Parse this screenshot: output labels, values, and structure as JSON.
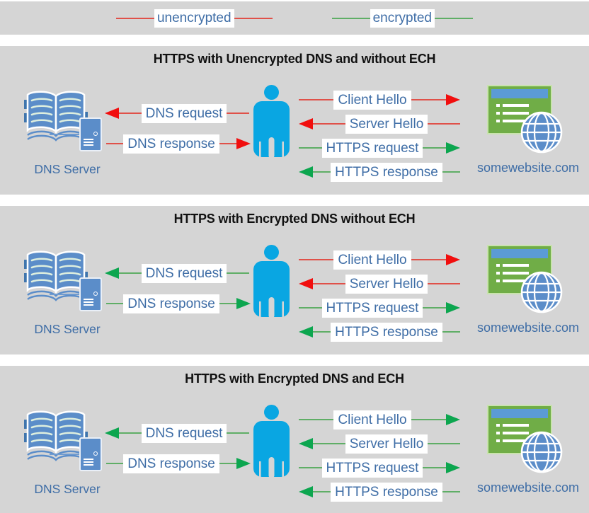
{
  "legend": {
    "items": [
      {
        "label": "unencrypted",
        "status": "unencrypted",
        "color": "#e05149"
      },
      {
        "label": "encrypted",
        "status": "encrypted",
        "color": "#5fae66"
      }
    ]
  },
  "colors": {
    "panel_background": "#d5d5d5",
    "unencrypted_line": "#e05149",
    "unencrypted_arrowhead": "#f10e0e",
    "encrypted_line": "#5fae66",
    "encrypted_arrowhead": "#0ca64f",
    "label_text": "#3e6da6",
    "title_text": "#111111",
    "icon_blue": "#5b8dc9",
    "person_blue": "#09a6e2",
    "website_green": "#70ad47",
    "titlebar_blue": "#5b9bd5"
  },
  "panels": [
    {
      "title": "HTTPS with Unencrypted DNS and without ECH",
      "dns_server_label": "DNS Server",
      "website_label": "somewebsite.com",
      "arrows": {
        "dns_request": {
          "label": "DNS request",
          "direction": "left",
          "status": "unencrypted"
        },
        "dns_response": {
          "label": "DNS response",
          "direction": "right",
          "status": "unencrypted"
        },
        "client_hello": {
          "label": "Client Hello",
          "direction": "right",
          "status": "unencrypted"
        },
        "server_hello": {
          "label": "Server Hello",
          "direction": "left",
          "status": "unencrypted"
        },
        "https_request": {
          "label": "HTTPS request",
          "direction": "right",
          "status": "encrypted"
        },
        "https_response": {
          "label": "HTTPS response",
          "direction": "left",
          "status": "encrypted"
        }
      }
    },
    {
      "title": "HTTPS with Encrypted DNS without ECH",
      "dns_server_label": "DNS Server",
      "website_label": "somewebsite.com",
      "arrows": {
        "dns_request": {
          "label": "DNS request",
          "direction": "left",
          "status": "encrypted"
        },
        "dns_response": {
          "label": "DNS response",
          "direction": "right",
          "status": "encrypted"
        },
        "client_hello": {
          "label": "Client Hello",
          "direction": "right",
          "status": "unencrypted"
        },
        "server_hello": {
          "label": "Server Hello",
          "direction": "left",
          "status": "unencrypted"
        },
        "https_request": {
          "label": "HTTPS request",
          "direction": "right",
          "status": "encrypted"
        },
        "https_response": {
          "label": "HTTPS response",
          "direction": "left",
          "status": "encrypted"
        }
      }
    },
    {
      "title": "HTTPS with Encrypted DNS and ECH",
      "dns_server_label": "DNS Server",
      "website_label": "somewebsite.com",
      "arrows": {
        "dns_request": {
          "label": "DNS request",
          "direction": "left",
          "status": "encrypted"
        },
        "dns_response": {
          "label": "DNS response",
          "direction": "right",
          "status": "encrypted"
        },
        "client_hello": {
          "label": "Client Hello",
          "direction": "right",
          "status": "encrypted"
        },
        "server_hello": {
          "label": "Server Hello",
          "direction": "left",
          "status": "encrypted"
        },
        "https_request": {
          "label": "HTTPS request",
          "direction": "right",
          "status": "encrypted"
        },
        "https_response": {
          "label": "HTTPS response",
          "direction": "left",
          "status": "encrypted"
        }
      }
    }
  ]
}
